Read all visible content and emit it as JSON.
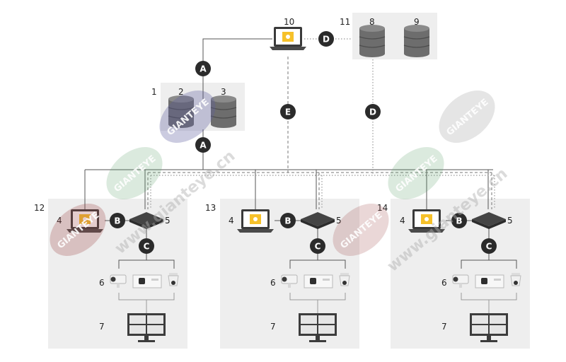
{
  "labels": {
    "n1": "1",
    "n2": "2",
    "n3": "3",
    "n4": "4",
    "n5": "5",
    "n6": "6",
    "n7": "7",
    "n8": "8",
    "n9": "9",
    "n10": "10",
    "n11": "11",
    "n12": "12",
    "n13": "13",
    "n14": "14"
  },
  "badges": {
    "a": "A",
    "b": "B",
    "c": "C",
    "d": "D",
    "e": "E"
  },
  "watermark": {
    "logo": "GIANTEYE",
    "url": "www.gianteye.cn"
  },
  "colors": {
    "panel": "#eeeeee",
    "badge": "#2b2b2b",
    "server": "#6d6d6d",
    "line_solid": "#555555",
    "line_dashed": "#777777",
    "line_dotted": "#9a9a9a",
    "screen_accent": "#f6c12a"
  },
  "icons": [
    "laptop-icon",
    "server-icon",
    "switch-icon",
    "camera-icon",
    "monitor-icon"
  ]
}
